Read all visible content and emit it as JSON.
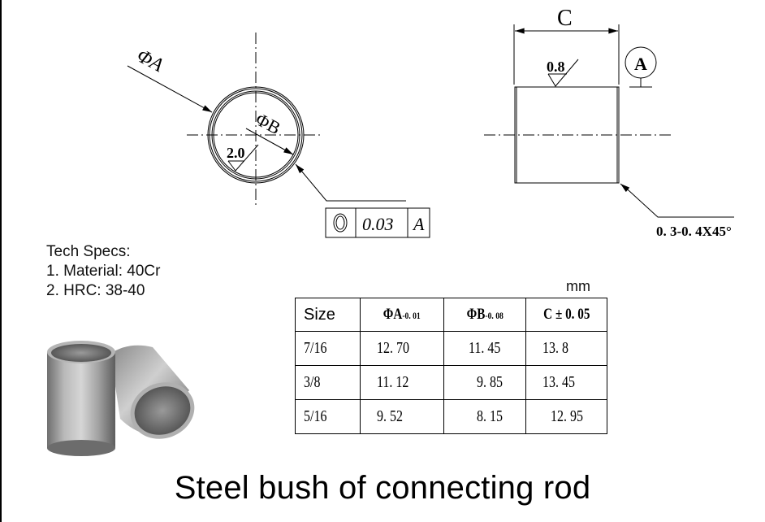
{
  "drawing": {
    "front_view": {
      "outer_diameter_label": "ΦA",
      "inner_diameter_label": "ΦB",
      "roughness_value": "2.0"
    },
    "concentricity_frame": {
      "symbol": "concentricity-icon",
      "tolerance": "0.03",
      "datum": "A"
    },
    "side_view": {
      "length_label": "C",
      "roughness_value": "0.8",
      "datum_label": "A",
      "chamfer_note": "0. 3-0. 4X45°"
    }
  },
  "tech_specs": {
    "heading": "Tech Specs:",
    "items": [
      "1. Material: 40Cr",
      "2. HRC: 38-40"
    ]
  },
  "table": {
    "unit": "mm",
    "headers": {
      "size": "Size",
      "a_main": "ΦA",
      "a_tol": "-0. 01",
      "b_main": "ΦB",
      "b_tol": "-0. 08",
      "c": "C ± 0. 05"
    },
    "rows": [
      {
        "size": "7/16",
        "a": "12. 70",
        "b": "11. 45",
        "c": "13. 8"
      },
      {
        "size": "3/8",
        "a": "11. 12",
        "b": "9. 85",
        "c": "13. 45"
      },
      {
        "size": "5/16",
        "a": "9. 52",
        "b": "8. 15",
        "c": "12. 95"
      }
    ]
  },
  "photo": {
    "description": "two-steel-bushings-photo"
  },
  "title": "Steel bush of connecting rod"
}
